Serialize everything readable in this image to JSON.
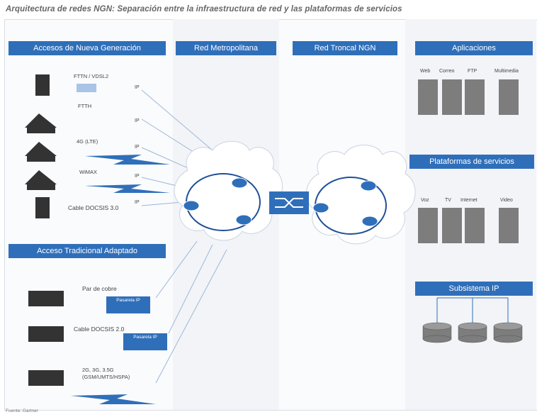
{
  "title": "Arquitectura de redes NGN: Separación entre la infraestructura de red y las plataformas de servicios",
  "source": "Fuente: Gartner",
  "headers": {
    "nga": "Accesos de Nueva Generación",
    "metro": "Red Metropolitana",
    "core": "Red Troncal NGN",
    "apps": "Aplicaciones",
    "legacy": "Acceso Tradicional Adaptado",
    "platforms": "Plataformas de servicios",
    "ims": "Subsistema IP"
  },
  "nga_access": [
    {
      "label": "FTTN / VDSL2",
      "ip": "IP"
    },
    {
      "label": "FTTH",
      "ip": "IP"
    },
    {
      "label": "4G (LTE)",
      "ip": "IP"
    },
    {
      "label": "WiMAX",
      "ip": "IP"
    },
    {
      "label": "Cable DOCSIS 3.0",
      "ip": "IP"
    }
  ],
  "legacy_access": [
    {
      "label": "Par de cobre",
      "gateway": "Pasarela IP"
    },
    {
      "label": "Cable DOCSIS 2.0",
      "gateway": "Pasarela IP"
    },
    {
      "label": "2G, 3G, 3.5G (GSM/UMTS/HSPA)"
    }
  ],
  "applications": [
    "Web",
    "Correo",
    "FTP",
    "Multimedia"
  ],
  "service_platforms": [
    "Voz",
    "TV",
    "Internet",
    "Video"
  ],
  "colors": {
    "accent": "#2f6fba",
    "cloud": "#ffffff",
    "device": "#7d7d7d",
    "ring": "#1f4f9a"
  }
}
